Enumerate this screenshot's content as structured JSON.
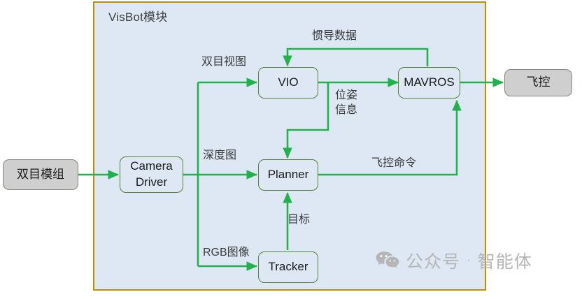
{
  "diagram": {
    "group": {
      "title": "VisBot模块",
      "border_color": "#bf8f00",
      "fill_color": "#dee8f4"
    },
    "accent_color": "#22b14c",
    "node_border_color": "#548235",
    "external_fill_color": "#cfcfcf",
    "nodes": [
      {
        "id": "stereo",
        "label": "双目模组",
        "kind": "external"
      },
      {
        "id": "camera",
        "label_line1": "Camera",
        "label_line2": "Driver",
        "kind": "module"
      },
      {
        "id": "vio",
        "label": "VIO",
        "kind": "module"
      },
      {
        "id": "planner",
        "label": "Planner",
        "kind": "module"
      },
      {
        "id": "tracker",
        "label": "Tracker",
        "kind": "module"
      },
      {
        "id": "mavros",
        "label": "MAVROS",
        "kind": "module"
      },
      {
        "id": "fc",
        "label": "飞控",
        "kind": "external"
      }
    ],
    "edges": [
      {
        "from": "stereo",
        "to": "camera",
        "label": ""
      },
      {
        "from": "camera",
        "to": "vio",
        "label": "双目视图"
      },
      {
        "from": "camera",
        "to": "planner",
        "label": "深度图"
      },
      {
        "from": "camera",
        "to": "tracker",
        "label": "RGB图像"
      },
      {
        "from": "vio",
        "to": "mavros",
        "label": ""
      },
      {
        "from": "vio",
        "to": "planner",
        "label": "位姿\n信息",
        "label_line1": "位姿",
        "label_line2": "信息"
      },
      {
        "from": "mavros",
        "to": "vio",
        "label": "惯导数据"
      },
      {
        "from": "planner",
        "to": "mavros",
        "label": "飞控命令"
      },
      {
        "from": "tracker",
        "to": "planner",
        "label": "目标"
      },
      {
        "from": "mavros",
        "to": "fc",
        "label": ""
      }
    ],
    "labels": {
      "stereo_view": "双目视图",
      "imu_data": "惯导数据",
      "pose_info_line1": "位姿",
      "pose_info_line2": "信息",
      "depth_map": "深度图",
      "fc_command": "飞控命令",
      "target": "目标",
      "rgb_image": "RGB图像"
    }
  },
  "watermark": {
    "text_primary": "公众号",
    "separator": "·",
    "text_secondary": "智能体",
    "color": "#b5b5b5"
  }
}
